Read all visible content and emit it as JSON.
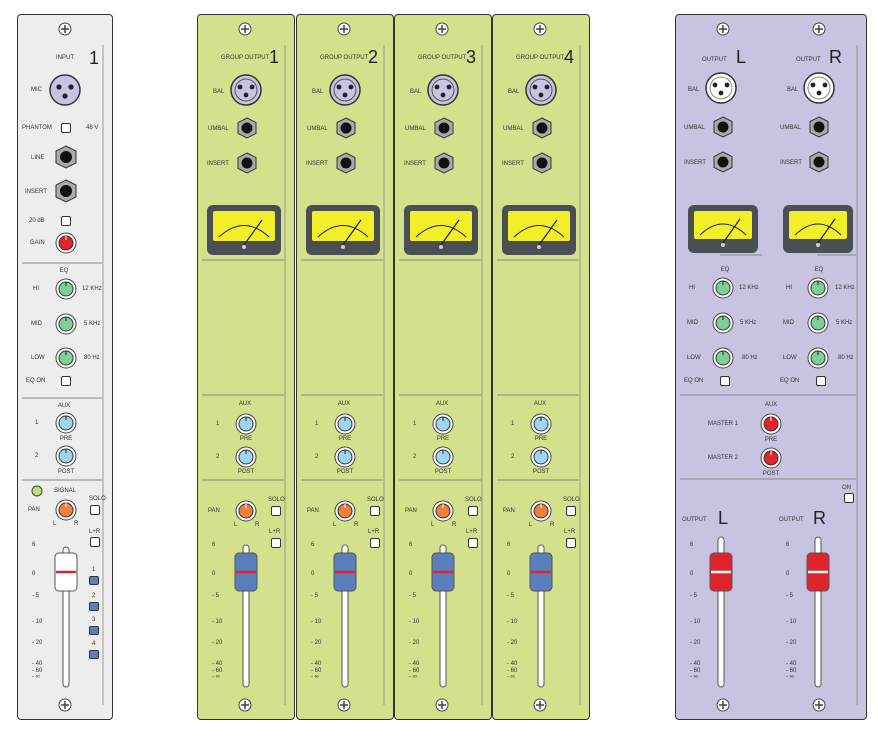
{
  "input_strip": {
    "title": "INPUT",
    "number": "1",
    "mic": "MIC",
    "phantom": "PHANTOM",
    "phantom_v": "48 V",
    "line": "LINE",
    "insert": "INSERT",
    "pad": "20 dB",
    "gain": "GAIN",
    "eq": "EQ",
    "hi": "HI",
    "hi_f": "12 KHz",
    "mid": "MID",
    "mid_f": "5 KHz",
    "low": "LOW",
    "low_f": "80 Hz",
    "eq_on": "EQ ON",
    "aux": "AUX",
    "aux1": "1",
    "aux2": "2",
    "pre": "PRE",
    "post": "POST",
    "signal": "SIGNAL",
    "pan": "PAN",
    "pan_l": "L",
    "pan_r": "R",
    "solo": "SOLO",
    "lr": "L+R",
    "routing": [
      "1",
      "2",
      "3",
      "4"
    ]
  },
  "fader_scale": [
    "6",
    "0",
    "- 5",
    "- 10",
    "- 20",
    "- 40",
    "- 60",
    "- ∞"
  ],
  "group_strips": [
    {
      "title": "GROUP OUTPUT",
      "number": "1"
    },
    {
      "title": "GROUP OUTPUT",
      "number": "2"
    },
    {
      "title": "GROUP OUTPUT",
      "number": "3"
    },
    {
      "title": "GROUP OUTPUT",
      "number": "4"
    }
  ],
  "group_labels": {
    "bal": "BAL",
    "umbal": "UMBAL",
    "insert": "INSERT",
    "aux": "AUX",
    "aux1": "1",
    "aux2": "2",
    "pre": "PRE",
    "post": "POST",
    "pan": "PAN",
    "pan_l": "L",
    "pan_r": "R",
    "solo": "SOLO",
    "lr": "L+R"
  },
  "master_strip": {
    "output": "OUTPUT",
    "left": "L",
    "right": "R",
    "bal": "BAL",
    "umbal": "UMBAL",
    "insert": "INSERT",
    "eq": "EQ",
    "hi": "HI",
    "hi_f": "12 KHz",
    "mid": "MID",
    "mid_f": "5 KHz",
    "low": "LOW",
    "low_f": "80 Hz",
    "eq_on": "EQ ON",
    "aux": "AUX",
    "master1": "MASTER 1",
    "master2": "MASTER 2",
    "pre": "PRE",
    "post": "POST",
    "on": "ON"
  },
  "colors": {
    "input_bg": "#ededed",
    "group_bg": "#d3e08c",
    "master_bg": "#c7c3e1",
    "eq_knob": "#7fcf9a",
    "aux_knob": "#9fd6ee",
    "gain_knob": "#e0242b",
    "pan_knob": "#f27f3a",
    "master_knob": "#e0242b",
    "fader_white": "#ffffff",
    "fader_blue": "#5b7fbd",
    "fader_red": "#e0242b",
    "meter_face": "#f3ee2a",
    "meter_frame": "#4a4f54"
  }
}
